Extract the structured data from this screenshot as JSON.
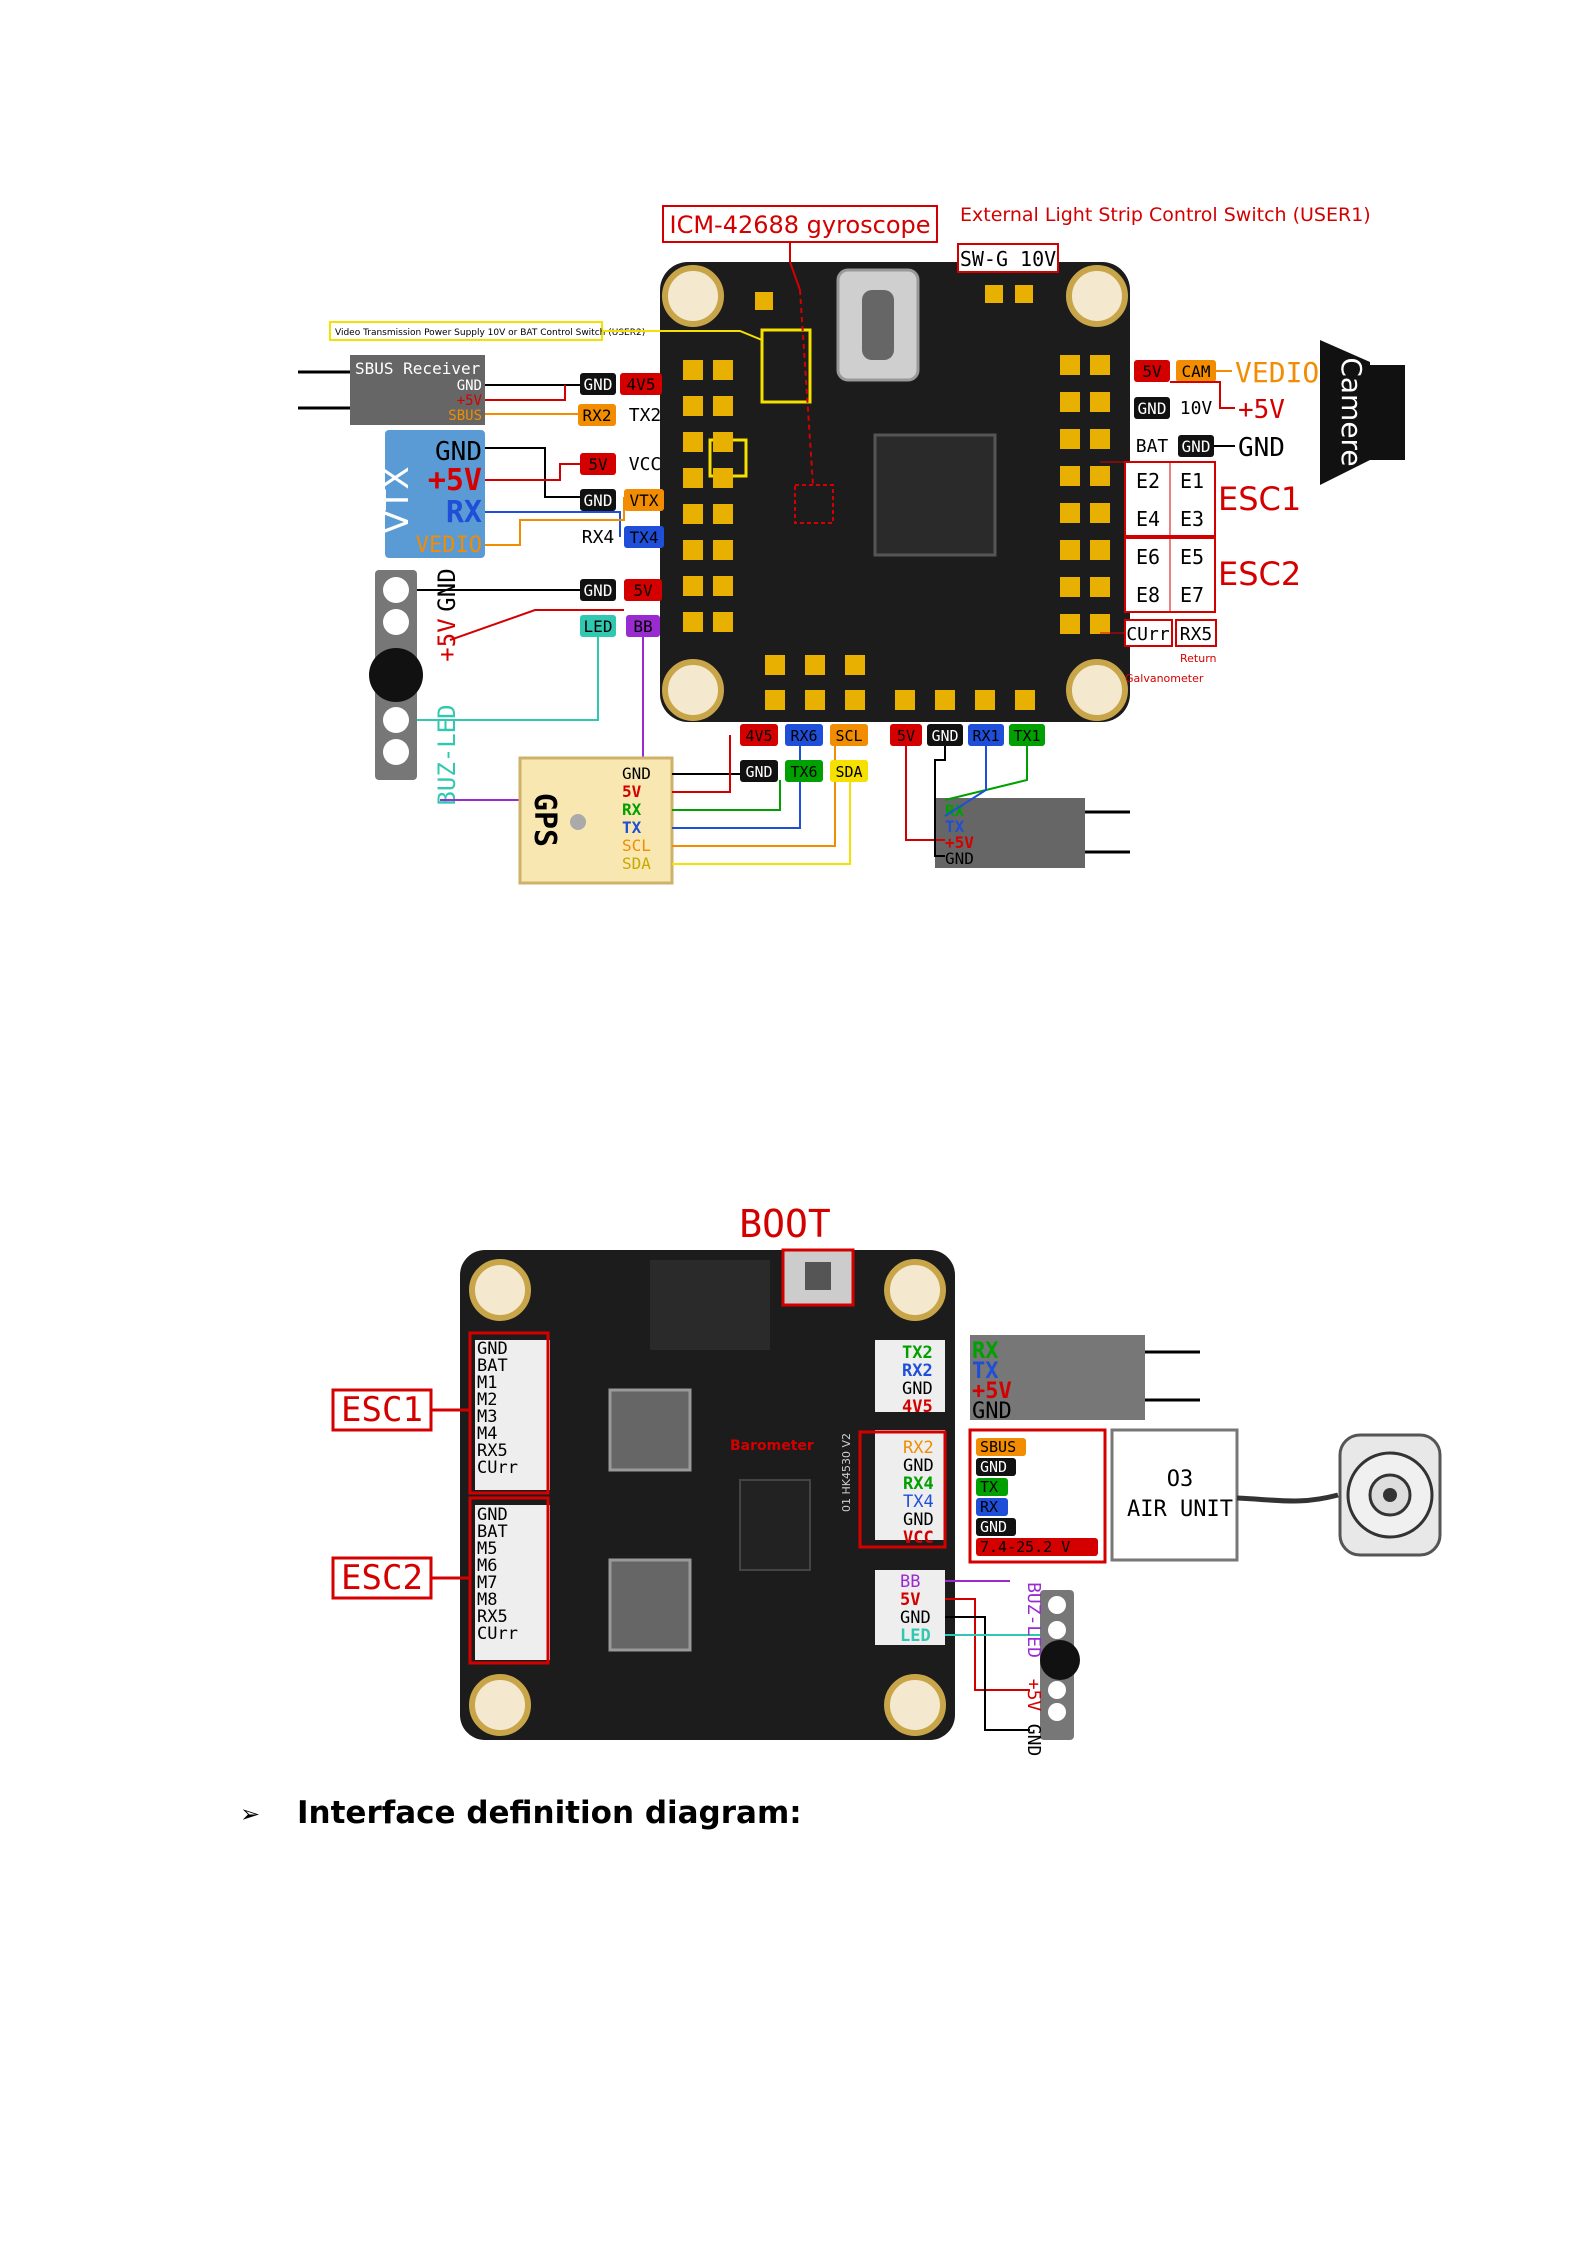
{
  "diagram1": {
    "gyro_label": "ICM-42688 gyroscope",
    "ext_light_label": "External Light Strip Control Switch (USER1)",
    "swg_label": "SW-G 10V",
    "vtx_power_label": "Video Transmission Power Supply 10V or BAT Control Switch (USER2)",
    "sbus_receiver": {
      "title": "SBUS Receiver",
      "pins": [
        "GND",
        "+5V",
        "SBUS"
      ]
    },
    "vtx": {
      "title": "VTX",
      "pins": [
        "GND",
        "+5V",
        "RX",
        "VEDIO"
      ]
    },
    "buzzer": {
      "labels": [
        "GND",
        "+5V",
        "BUZ-LED"
      ]
    },
    "gps": {
      "title": "GPS",
      "pins": [
        "GND",
        "5V",
        "RX",
        "TX",
        "SCL",
        "SDA"
      ]
    },
    "camera": {
      "title": "Camere",
      "labels": [
        "VEDIO",
        "+5V",
        "GND"
      ]
    },
    "left_pads": [
      {
        "a": "GND",
        "b": "4V5"
      },
      {
        "a": "RX2",
        "b": "TX2"
      },
      {
        "a": "5V",
        "b": "VCC"
      },
      {
        "a": "GND",
        "b": "VTX"
      },
      {
        "a": "RX4",
        "b": "TX4"
      },
      {
        "a": "GND",
        "b": "5V"
      },
      {
        "a": "LED",
        "b": "BB"
      }
    ],
    "right_pads": [
      {
        "a": "5V",
        "b": "CAM"
      },
      {
        "a": "GND",
        "b": "10V"
      },
      {
        "a": "BAT",
        "b": "GND"
      }
    ],
    "esc1": {
      "title": "ESC1",
      "cells": [
        "E2",
        "E1",
        "E4",
        "E3"
      ]
    },
    "esc2": {
      "title": "ESC2",
      "cells": [
        "E6",
        "E5",
        "E8",
        "E7"
      ]
    },
    "curr_labels": [
      "CUrr",
      "RX5"
    ],
    "return_label": "Return",
    "galvanometer_label": "Galvanometer",
    "bottom_pads_row1": [
      "4V5",
      "RX6",
      "SCL"
    ],
    "bottom_pads_row2": [
      "GND",
      "TX6",
      "SDA"
    ],
    "bottom_pads_right": [
      "5V",
      "GND",
      "RX1",
      "TX1"
    ],
    "receiver2_pins": [
      "RX",
      "TX",
      "+5V",
      "GND"
    ]
  },
  "diagram2": {
    "boot_label": "BOOT",
    "esc1": {
      "title": "ESC1",
      "pins": [
        "GND",
        "BAT",
        "M1",
        "M2",
        "M3",
        "M4",
        "RX5",
        "CUrr"
      ]
    },
    "esc2": {
      "title": "ESC2",
      "pins": [
        "GND",
        "BAT",
        "M5",
        "M6",
        "M7",
        "M8",
        "RX5",
        "CUrr"
      ]
    },
    "connector_top": [
      "TX2",
      "RX2",
      "GND",
      "4V5"
    ],
    "receiver_pins": [
      "RX",
      "TX",
      "+5V",
      "GND"
    ],
    "connector_mid": [
      "RX2",
      "GND",
      "RX4",
      "TX4",
      "GND",
      "VCC"
    ],
    "o3_labels": [
      "SBUS",
      "GND",
      "TX",
      "RX",
      "GND",
      "7.4-25.2 V"
    ],
    "air_unit": {
      "line1": "O3",
      "line2": "AIR UNIT"
    },
    "connector_bottom": [
      "BB",
      "5V",
      "GND",
      "LED"
    ],
    "buzzer_labels": [
      "BUZ-LED",
      "+5V",
      "GND"
    ],
    "barometer_label": "Barometer",
    "board_text": "01 HK4530 V2"
  },
  "section": {
    "bullet": "➢",
    "heading": "Interface definition diagram:"
  },
  "colors": {
    "red": "#d40000",
    "orange": "#f28c00",
    "blue": "#1f4fd8",
    "green": "#00a000",
    "cyan": "#30c8b0",
    "purple": "#9a2bd0",
    "yellow": "#f5e000",
    "board": "#1a1a1a",
    "pad": "#e8b000"
  }
}
